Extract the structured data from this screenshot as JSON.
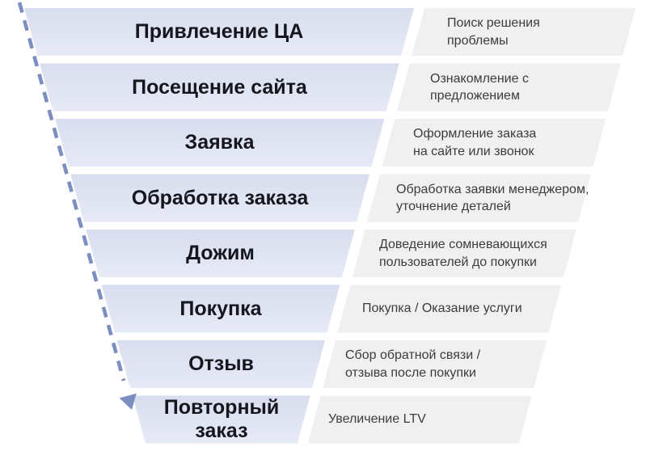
{
  "colors": {
    "background": "#ffffff",
    "bar_top": "#d8deef",
    "bar_bottom": "#e7eaf6",
    "panel": "#f0f0f0",
    "arrow": "#7d8ec1",
    "label_text": "#15171e",
    "desc_text": "#3c3c3c"
  },
  "funnel": {
    "stages": [
      {
        "label": "Привлечение ЦА",
        "description": "Поиск решения\nпроблемы"
      },
      {
        "label": "Посещение сайта",
        "description": "Ознакомление с\nпредложением"
      },
      {
        "label": "Заявка",
        "description": "Оформление заказа\nна сайте или звонок"
      },
      {
        "label": "Обработка заказа",
        "description": "Обработка заявки менеджером,\nуточнение деталей"
      },
      {
        "label": "Дожим",
        "description": "Доведение сомневающихся\nпользователей до покупки"
      },
      {
        "label": "Покупка",
        "description": "Покупка / Оказание услуги"
      },
      {
        "label": "Отзыв",
        "description": "Сбор обратной связи /\nотзыва после покупки"
      },
      {
        "label": "Повторный\nзаказ",
        "description": "Увеличение LTV"
      }
    ]
  }
}
